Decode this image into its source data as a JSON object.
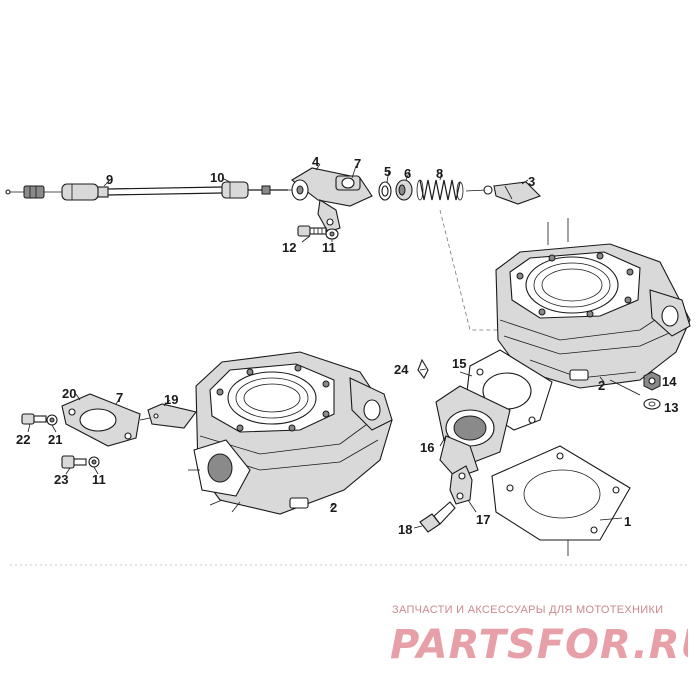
{
  "labels": {
    "p1": "1",
    "p2a": "2",
    "p2b": "2",
    "p3": "3",
    "p4": "4",
    "p5": "5",
    "p6": "6",
    "p7a": "7",
    "p7b": "7",
    "p8": "8",
    "p9": "9",
    "p10": "10",
    "p11a": "11",
    "p11b": "11",
    "p12": "12",
    "p13": "13",
    "p14": "14",
    "p15": "15",
    "p16": "16",
    "p17": "17",
    "p18": "18",
    "p19": "19",
    "p20": "20",
    "p21": "21",
    "p22": "22",
    "p23": "23",
    "p24": "24"
  },
  "watermark": {
    "caption": "ЗАПЧАСТИ И АКСЕССУАРЫ ДЛЯ МОТОТЕХНИКИ",
    "logo_text": "PARTSFOR.RU",
    "color": "#e8a0a8"
  }
}
